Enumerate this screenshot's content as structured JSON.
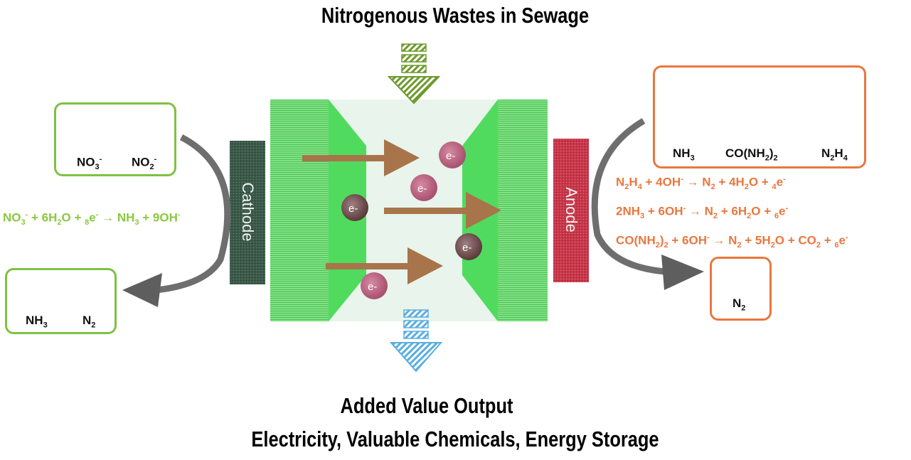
{
  "title_top": "Nitrogenous Wastes in Sewage",
  "output_title": "Added Value Output",
  "output_items": "Electricity,  Valuable Chemicals,  Energy Storage",
  "cathode_label": "Cathode",
  "anode_label": "Anode",
  "electron_symbol": "e-",
  "cathode_reactants": [
    {
      "formula": "NO3-"
    },
    {
      "formula": "NO2-"
    }
  ],
  "cathode_products": [
    {
      "formula": "NH3"
    },
    {
      "formula": "N2"
    }
  ],
  "anode_reactants": [
    {
      "formula": "NH3"
    },
    {
      "formula": "CO(NH2)2"
    },
    {
      "formula": "N2H4"
    }
  ],
  "anode_products": [
    {
      "formula": "N2"
    }
  ],
  "cathode_equation": "NO3- + 6H2O + 8e- → NH3 + 9OH-",
  "anode_equations": [
    "N2H4 + 4OH- → N2 + 4H2O + 4e-",
    "2NH3 + 6OH- → N2 + 6H2O + 6e-",
    "CO(NH2)2 + 6OH- → N2 + 5H2O + CO2 + 6e-"
  ],
  "colors": {
    "cathode_accent": "#7dc242",
    "anode_accent": "#e9773f",
    "membrane_green": "#5fdc5f",
    "cathode_electrode": "#3b5a4a",
    "anode_electrode": "#c8384a",
    "electron": "#b8607a",
    "flow_arrow": "#a8744a",
    "input_arrow": "#6b9a2a",
    "output_arrow": "#5aaee0"
  }
}
